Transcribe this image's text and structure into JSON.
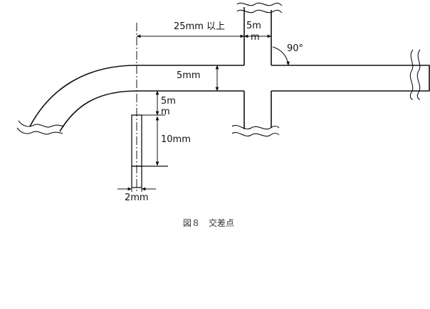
{
  "diagram": {
    "labels": {
      "spacing_25mm": "25mm 以上",
      "width_5mm_top": "5m",
      "width_5mm_top_tail": "m",
      "angle": "90°",
      "channel_5mm": "5mm",
      "gap_5mm": "5m",
      "gap_5mm_tail": "m",
      "length_10mm": "10mm",
      "width_2mm": "2mm"
    },
    "caption": "図８　交差点"
  }
}
